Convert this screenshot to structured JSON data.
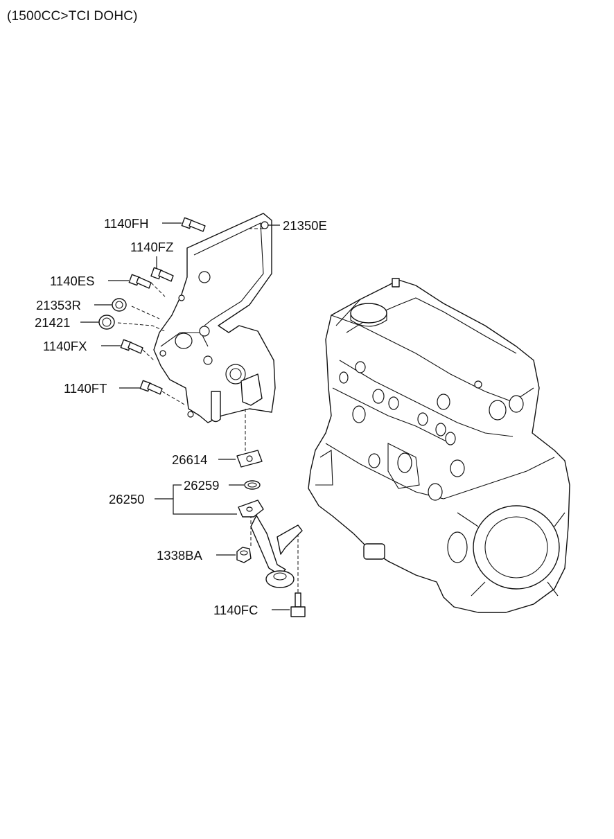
{
  "header": {
    "engine_spec": "(1500CC>TCI DOHC)"
  },
  "callouts": [
    {
      "id": "1140FH",
      "label": "1140FH"
    },
    {
      "id": "1140FZ",
      "label": "1140FZ"
    },
    {
      "id": "1140ES",
      "label": "1140ES"
    },
    {
      "id": "21353R",
      "label": "21353R"
    },
    {
      "id": "21421",
      "label": "21421"
    },
    {
      "id": "1140FX",
      "label": "1140FX"
    },
    {
      "id": "1140FT",
      "label": "1140FT"
    },
    {
      "id": "21350E",
      "label": "21350E"
    },
    {
      "id": "26614",
      "label": "26614"
    },
    {
      "id": "26259",
      "label": "26259"
    },
    {
      "id": "26250",
      "label": "26250"
    },
    {
      "id": "1338BA",
      "label": "1338BA"
    },
    {
      "id": "1140FC",
      "label": "1140FC"
    }
  ]
}
